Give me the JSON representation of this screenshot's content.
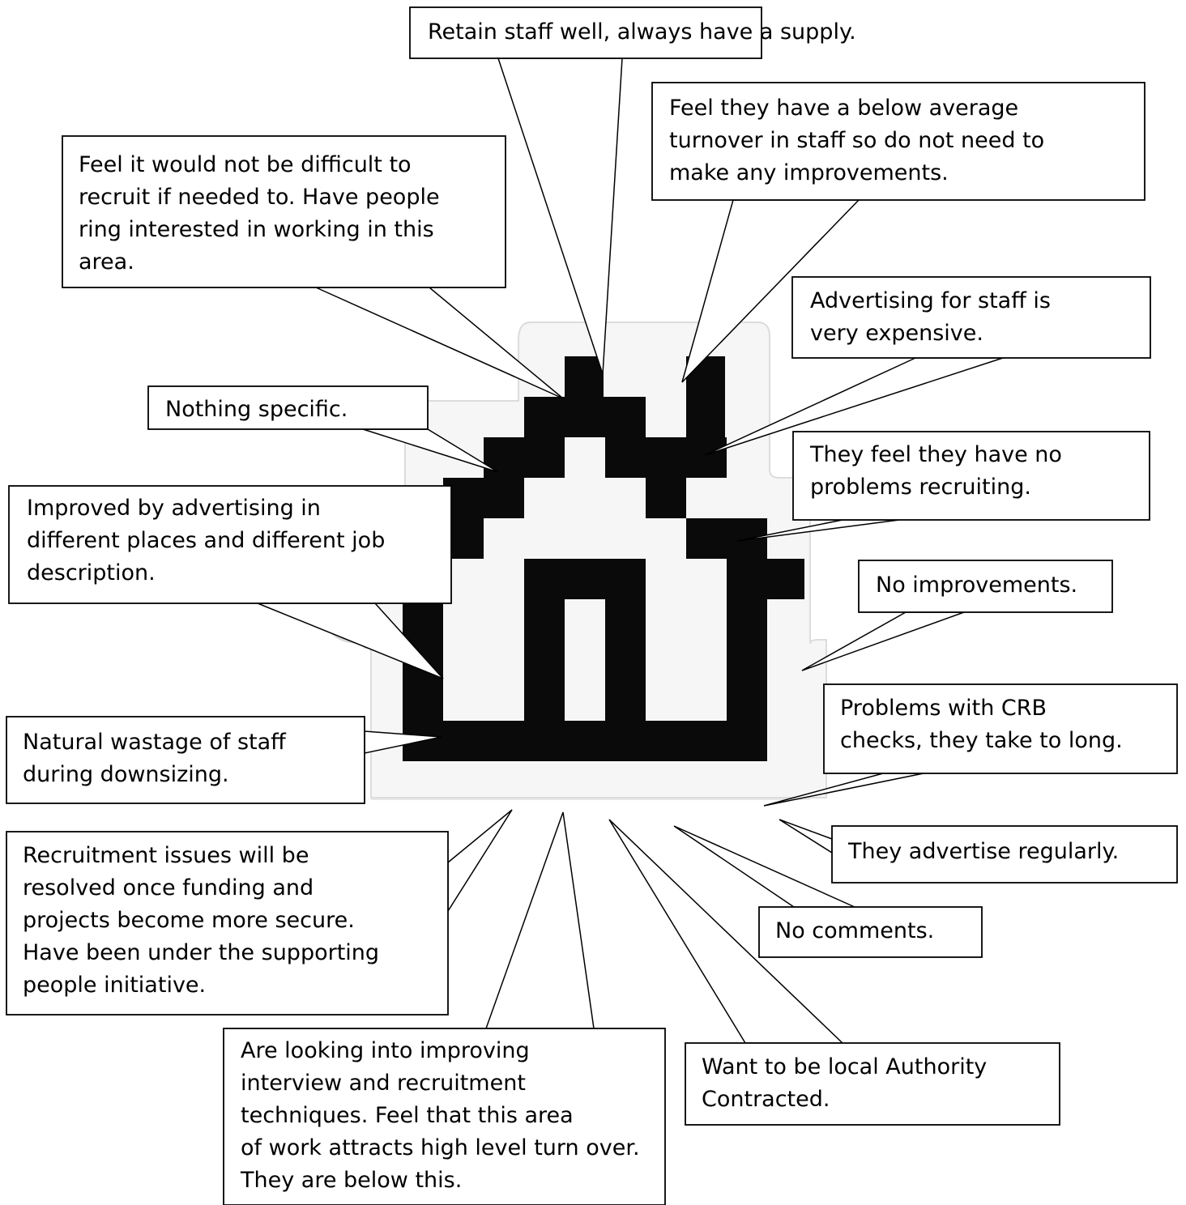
{
  "callouts": {
    "retain": "Retain staff well, always have a supply.",
    "below_average": "Feel they have a below average\nturnover in staff so do not need to\nmake any improvements.",
    "not_difficult": "Feel it would not be difficult to\nrecruit if needed to. Have people\nring interested in working in this\narea.",
    "expensive": "Advertising for staff is\nvery expensive.",
    "nothing_specific": "Nothing specific.",
    "no_problems": "They feel they have no\nproblems recruiting.",
    "improved_by": "Improved by advertising in\ndifferent places and different job\ndescription.",
    "no_improvements": "No improvements.",
    "crb": "Problems with CRB\nchecks, they take to long.",
    "natural_wastage": "Natural wastage of staff\nduring downsizing.",
    "advertise_regularly": "They advertise regularly.",
    "recruitment_issues": "Recruitment issues will be\nresolved once funding and\nprojects become more secure.\nHave been under the supporting\npeople initiative.",
    "no_comments": "No comments.",
    "looking_into": "Are looking into improving\ninterview and recruitment\ntechniques. Feel that this area\nof work attracts high level turn over.\nThey are below this.",
    "local_authority": "Want to be local Authority\nContracted."
  },
  "colors": {
    "icon_black": "#0a0a0a",
    "card": "#f6f6f6",
    "card_edge": "#d8d8d8",
    "shadow": "#bdbdbd"
  },
  "icon": "house-icon"
}
